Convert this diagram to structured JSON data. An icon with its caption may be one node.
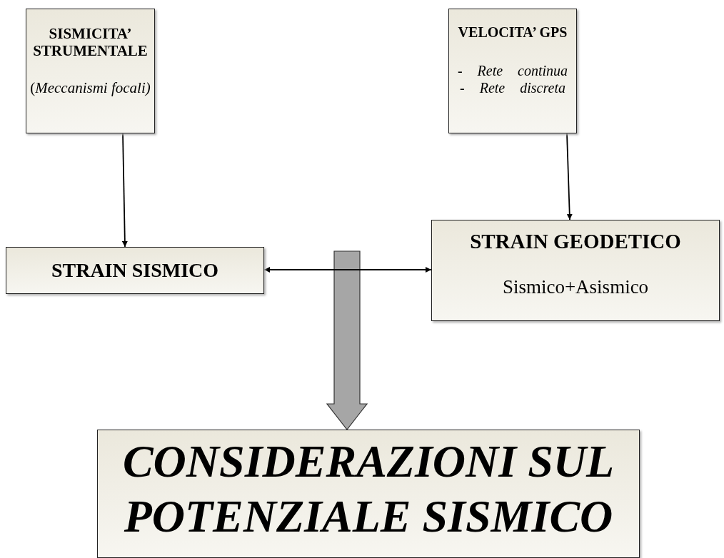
{
  "diagram": {
    "nodes": [
      {
        "text": [
          "SISMICITA’ STRUMENTALE",
          "(*Meccanismi focali)*"
        ]
      },
      {
        "text": [
          "VELOCITA’ GPS",
          "- *Rete continua*",
          "- *Rete discreta*"
        ]
      },
      {
        "text": [
          "STRAIN SISMICO"
        ]
      },
      {
        "text": [
          "STRAIN GEODETICO",
          "Sismico+Asismico"
        ]
      },
      {
        "text": [
          "CONSIDERAZIONI SUL POTENZIALE SISMICO"
        ]
      }
    ],
    "edges": [
      {
        "from": 0,
        "to": 2,
        "arrow": "to"
      },
      {
        "from": 1,
        "to": 3,
        "arrow": "to"
      },
      {
        "from": 2,
        "to": 3,
        "arrow": "both"
      },
      {
        "from": null,
        "to": 4,
        "arrow": "to",
        "style": "thick",
        "color": "#a6a6a6"
      }
    ]
  }
}
